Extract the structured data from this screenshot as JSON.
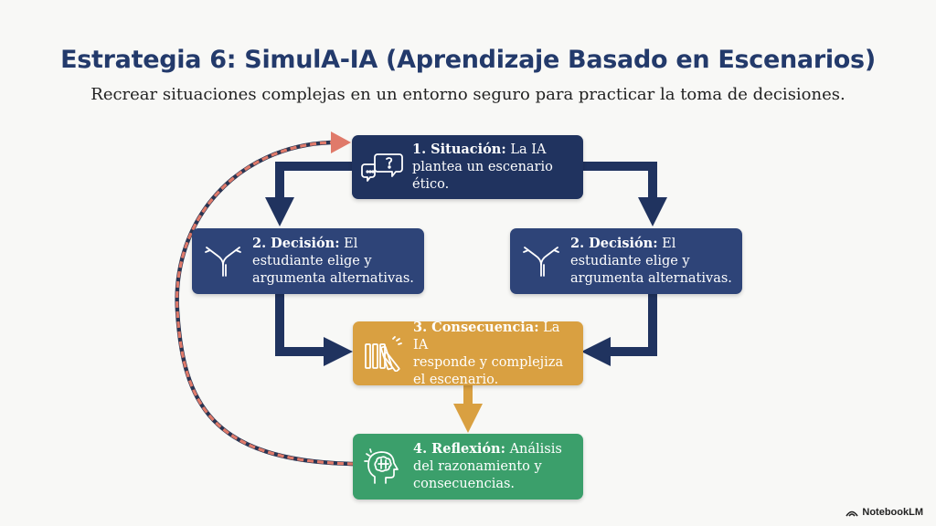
{
  "title": "Estrategia 6: SimulA-IA (Aprendizaje Basado en Escenarios)",
  "subtitle": "Recrear situaciones complejas en un entorno seguro para practicar la toma de decisiones.",
  "steps": {
    "situacion": {
      "heading": "1. Situación:",
      "line1": "La IA",
      "line2": "plantea un escenario",
      "line3": "ético.",
      "icon": "chat-bubbles-icon"
    },
    "decision_left": {
      "heading": "2. Decisión:",
      "line1": "El",
      "line2": "estudiante elige y",
      "line3": "argumenta alternativas.",
      "icon": "fork-arrows-icon"
    },
    "decision_right": {
      "heading": "2. Decisión:",
      "line1": "El",
      "line2": "estudiante elige y",
      "line3": "argumenta alternativas.",
      "icon": "fork-arrows-icon"
    },
    "consecuencia": {
      "heading": "3. Consecuencia:",
      "line1": "La IA",
      "line2": "responde y complejiza",
      "line3": "el escenario.",
      "icon": "falling-dominoes-icon"
    },
    "reflexion": {
      "heading": "4. Reflexión:",
      "line1": "Análisis",
      "line2": "del razonamiento y",
      "line3": "consecuencias.",
      "icon": "brain-head-icon"
    }
  },
  "colors": {
    "navy": "#20335f",
    "blue": "#2e4478",
    "gold": "#d9a041",
    "green": "#3b9f6b",
    "loop_dashes": "#e07a6a",
    "loop_dark": "#2a3552"
  },
  "brand": "NotebookLM"
}
